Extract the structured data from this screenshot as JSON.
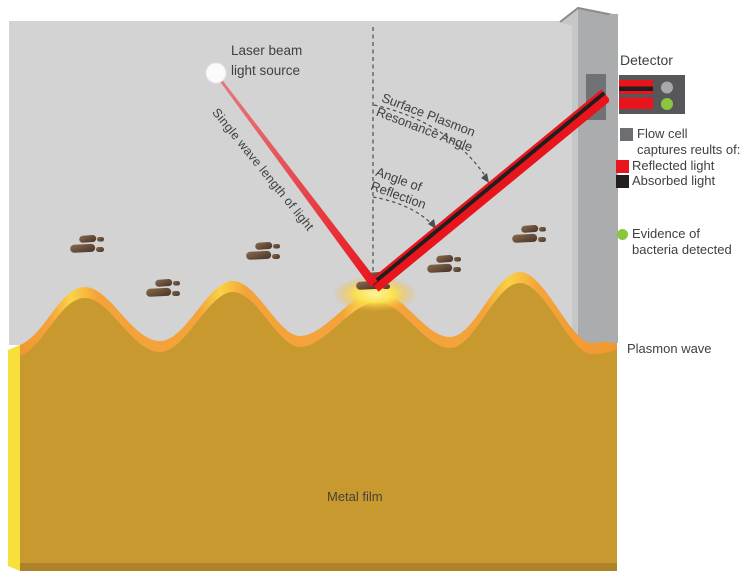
{
  "diagram": {
    "laser_label_line1": "Laser beam",
    "laser_label_line2": "light source",
    "beam_label": "Single wave length of light",
    "spr_angle_line1": "Surface Plasmon",
    "spr_angle_line2": "Resonance Angle",
    "reflection_angle_line1": "Angle of",
    "reflection_angle_line2": "Reflection",
    "metal_film_label": "Metal film",
    "plasmon_wave_label": "Plasmon wave"
  },
  "detector": {
    "label": "Detector"
  },
  "legend": {
    "flow_cell_line1": "Flow cell",
    "flow_cell_line2": "captures reults of:",
    "reflected_label": "Reflected light",
    "absorbed_label": "Absorbed light",
    "evidence_line1": "Evidence of",
    "evidence_line2": "bacteria detected"
  },
  "colors": {
    "flow_cell_gray": "#D2D3D2",
    "wall_gray": "#ABACAE",
    "wall_inner_gray": "#C6C7C9",
    "slot_gray": "#717275",
    "metal_gold": "#C8992F",
    "rim_orange": "#F4A33A",
    "highlight_yellow": "#FBE34F",
    "side_yellow": "#F8E03C",
    "gold_dark_edge": "#AC8329",
    "red": "#E8151D",
    "black": "#221E1F",
    "legend_gray": "#6D6E71",
    "detector_gray": "#57575A",
    "dot_gray": "#A7A9AC",
    "green": "#8CC63F",
    "text": "#3F4042"
  }
}
